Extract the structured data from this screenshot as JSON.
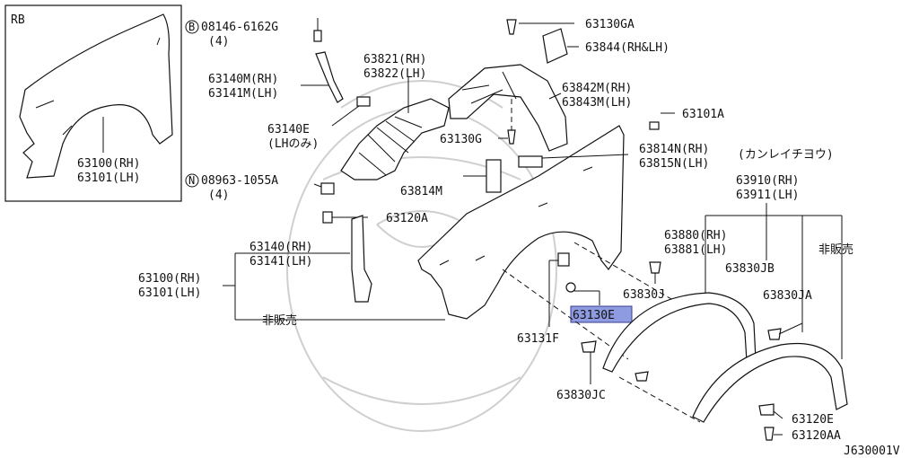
{
  "diagram": {
    "inset_tag": "RB",
    "diagram_code": "J630001V",
    "labels": {
      "bolt_08146": "08146-6162G",
      "qty_4a": "(4)",
      "rh_63140M": "63140M(RH)",
      "lh_63141M": "63141M(LH)",
      "p63140E": "63140E",
      "lh_only": "(LHのみ)",
      "nut_08963": "08963-1055A",
      "qty_4b": "(4)",
      "rh_63821": "63821(RH)",
      "lh_63822": "63822(LH)",
      "p63130GA": "63130GA",
      "p63844": "63844(RH&LH)",
      "rh_63842M": "63842M(RH)",
      "lh_63843M": "63843M(LH)",
      "p63130G": "63130G",
      "p63101A": "63101A",
      "rh_63814N": "63814N(RH)",
      "lh_63815N": "63815N(LH)",
      "emblem": "(カンレイチヨウ)",
      "p63814M": "63814M",
      "p63120A": "63120A",
      "rh_63910": "63910(RH)",
      "lh_63911": "63911(LH)",
      "rh_63880": "63880(RH)",
      "lh_63881": "63881(LH)",
      "not_sold_right": "非販売",
      "rh_63140": "63140(RH)",
      "lh_63141": "63141(LH)",
      "rh_63100_main": "63100(RH)",
      "lh_63101_main": "63101(LH)",
      "not_sold_left": "非販売",
      "p63830JB": "63830JB",
      "p63830J": "63830J",
      "p63830JA": "63830JA",
      "p63130E": "63130E",
      "p63131F": "63131F",
      "p63830JC": "63830JC",
      "p63120E": "63120E",
      "p63120AA": "63120AA",
      "rh_63100_inset": "63100(RH)",
      "lh_63101_inset": "63101(LH)"
    },
    "circle_prefix_b": "B",
    "circle_prefix_n": "N",
    "highlight_color": "#8f9be0"
  }
}
